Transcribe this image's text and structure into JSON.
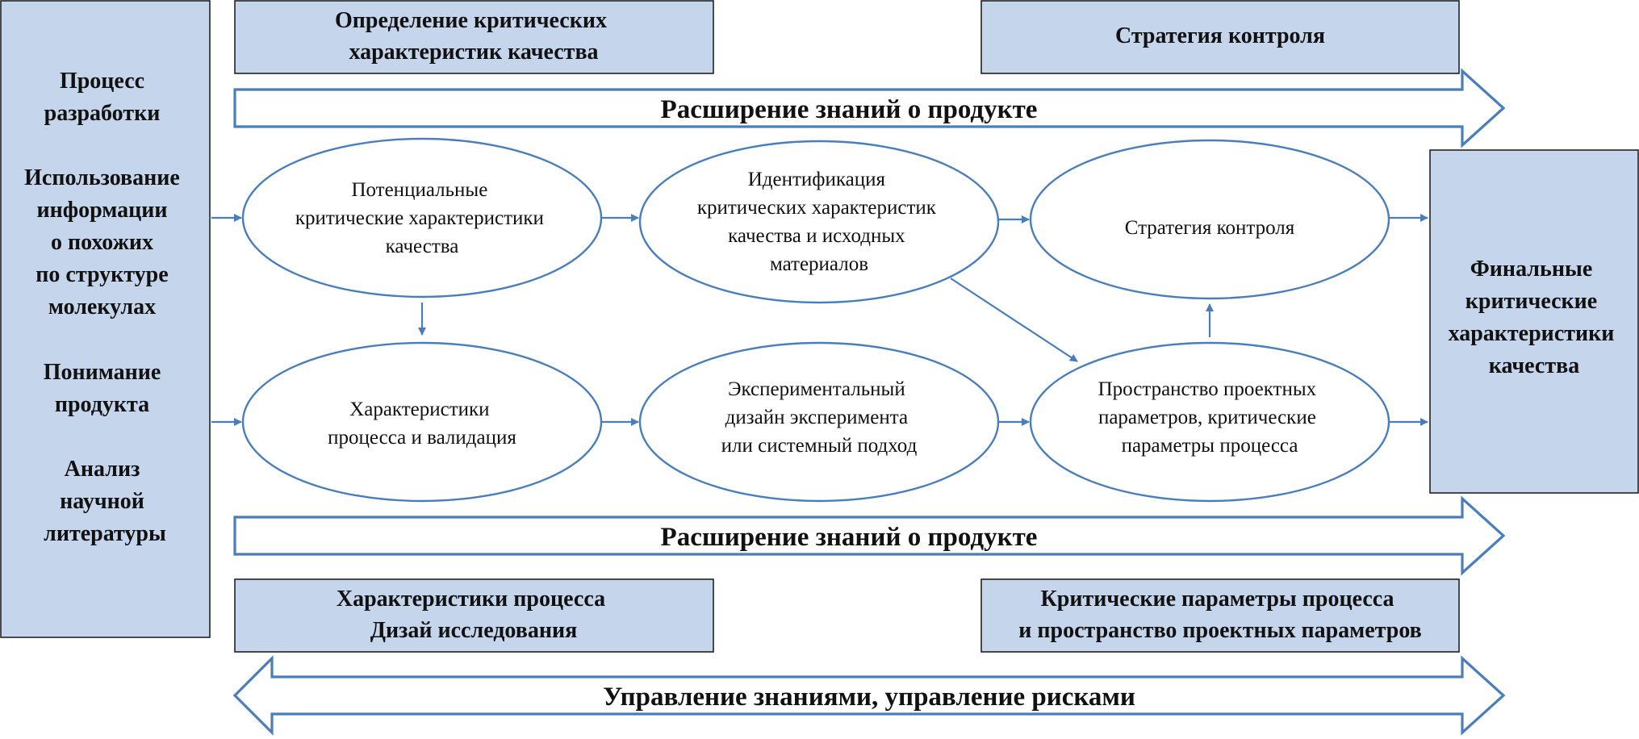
{
  "left_panel": {
    "items": [
      [
        "Процесс",
        "разработки"
      ],
      [
        "Использование",
        "информации",
        "о похожих",
        "по структуре",
        "молекулах"
      ],
      [
        "Понимание",
        "продукта"
      ],
      [
        "Анализ",
        "научной",
        "литературы"
      ]
    ]
  },
  "right_panel": {
    "lines": [
      "Финальные",
      "критические",
      "характеристики",
      "качества"
    ]
  },
  "top_boxes": {
    "left": [
      "Определение критических",
      "характеристик качества"
    ],
    "right": [
      "Стратегия контроля"
    ]
  },
  "bottom_boxes": {
    "left": [
      "Характеристики процесса",
      "Дизай исследования"
    ],
    "right": [
      "Критические параметры процесса",
      "и пространство проектных параметров"
    ]
  },
  "bands": {
    "top": "Расширение знаний о продукте",
    "middle": "Расширение знаний о продукте",
    "bottom": "Управление знаниями, управление рисками"
  },
  "ellipses": {
    "e1": [
      "Потенциальные",
      "критические характеристики",
      "качества"
    ],
    "e2": [
      "Идентификация",
      "критических характеристик",
      "качества и исходных",
      "материалов"
    ],
    "e3": [
      "Стратегия контроля"
    ],
    "e4": [
      "Характеристики",
      "процесса и валидация"
    ],
    "e5": [
      "Экспериментальный",
      "дизайн эксперимента",
      "или системный подход"
    ],
    "e6": [
      "Пространство проектных",
      "параметров, критические",
      "параметры процесса"
    ]
  },
  "colors": {
    "box_fill": "#c5d5eb",
    "outline": "#4a7ebb",
    "text": "#111111"
  }
}
